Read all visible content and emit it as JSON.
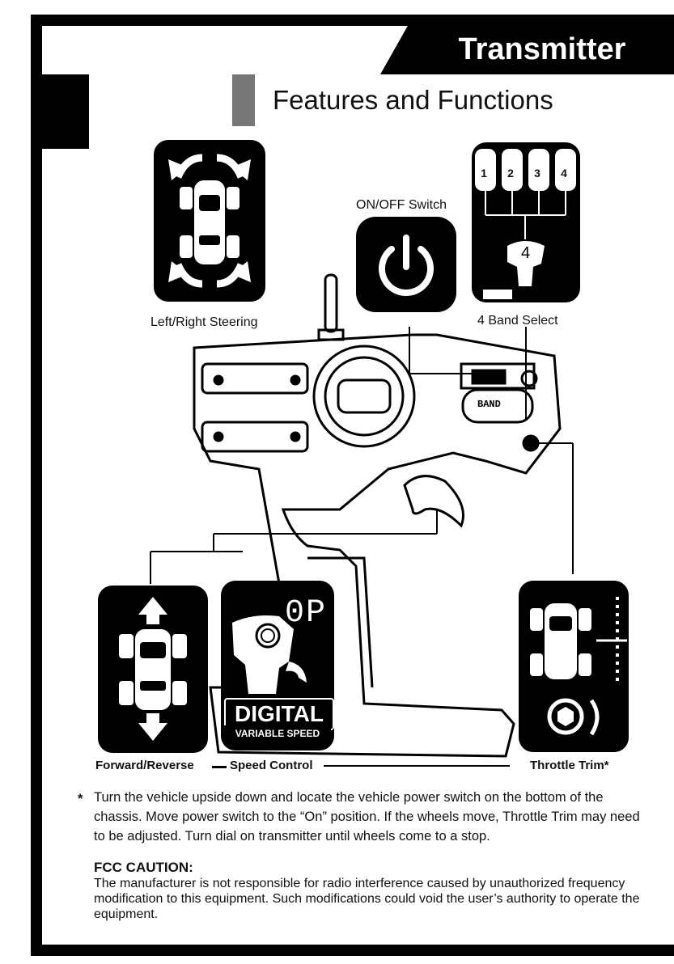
{
  "header": {
    "title": "Transmitter",
    "subtitle": "Features and Functions"
  },
  "labels": {
    "steering": "Left/Right Steering",
    "power_switch": "ON/OFF Switch",
    "band_select": "4 Band Select",
    "forward_reverse": "Forward/Reverse",
    "speed_control": "Speed Control",
    "throttle_trim": "Throttle Trim*"
  },
  "band_panel": {
    "channels": [
      "1",
      "2",
      "3",
      "4"
    ],
    "selected": "4",
    "switch_text": "BAND"
  },
  "speed_panel": {
    "display": "0P",
    "badge_main": "DIGITAL",
    "badge_sub": "VARIABLE SPEED"
  },
  "note": {
    "marker": "*",
    "text": "Turn the vehicle upside down and locate the vehicle power switch on the bottom of the chassis. Move power switch to the “On” position. If the wheels move, Throttle Trim may need to be adjusted. Turn dial on transmitter until wheels come to a stop."
  },
  "fcc": {
    "title": "FCC CAUTION:",
    "body": "The manufacturer is not responsible for radio interference caused by unauthorized frequency modification to this equipment. Such modifications could void the user’s authority to operate the equipment."
  },
  "colors": {
    "ink": "#000000",
    "paper": "#ffffff",
    "gray": "#777777"
  }
}
